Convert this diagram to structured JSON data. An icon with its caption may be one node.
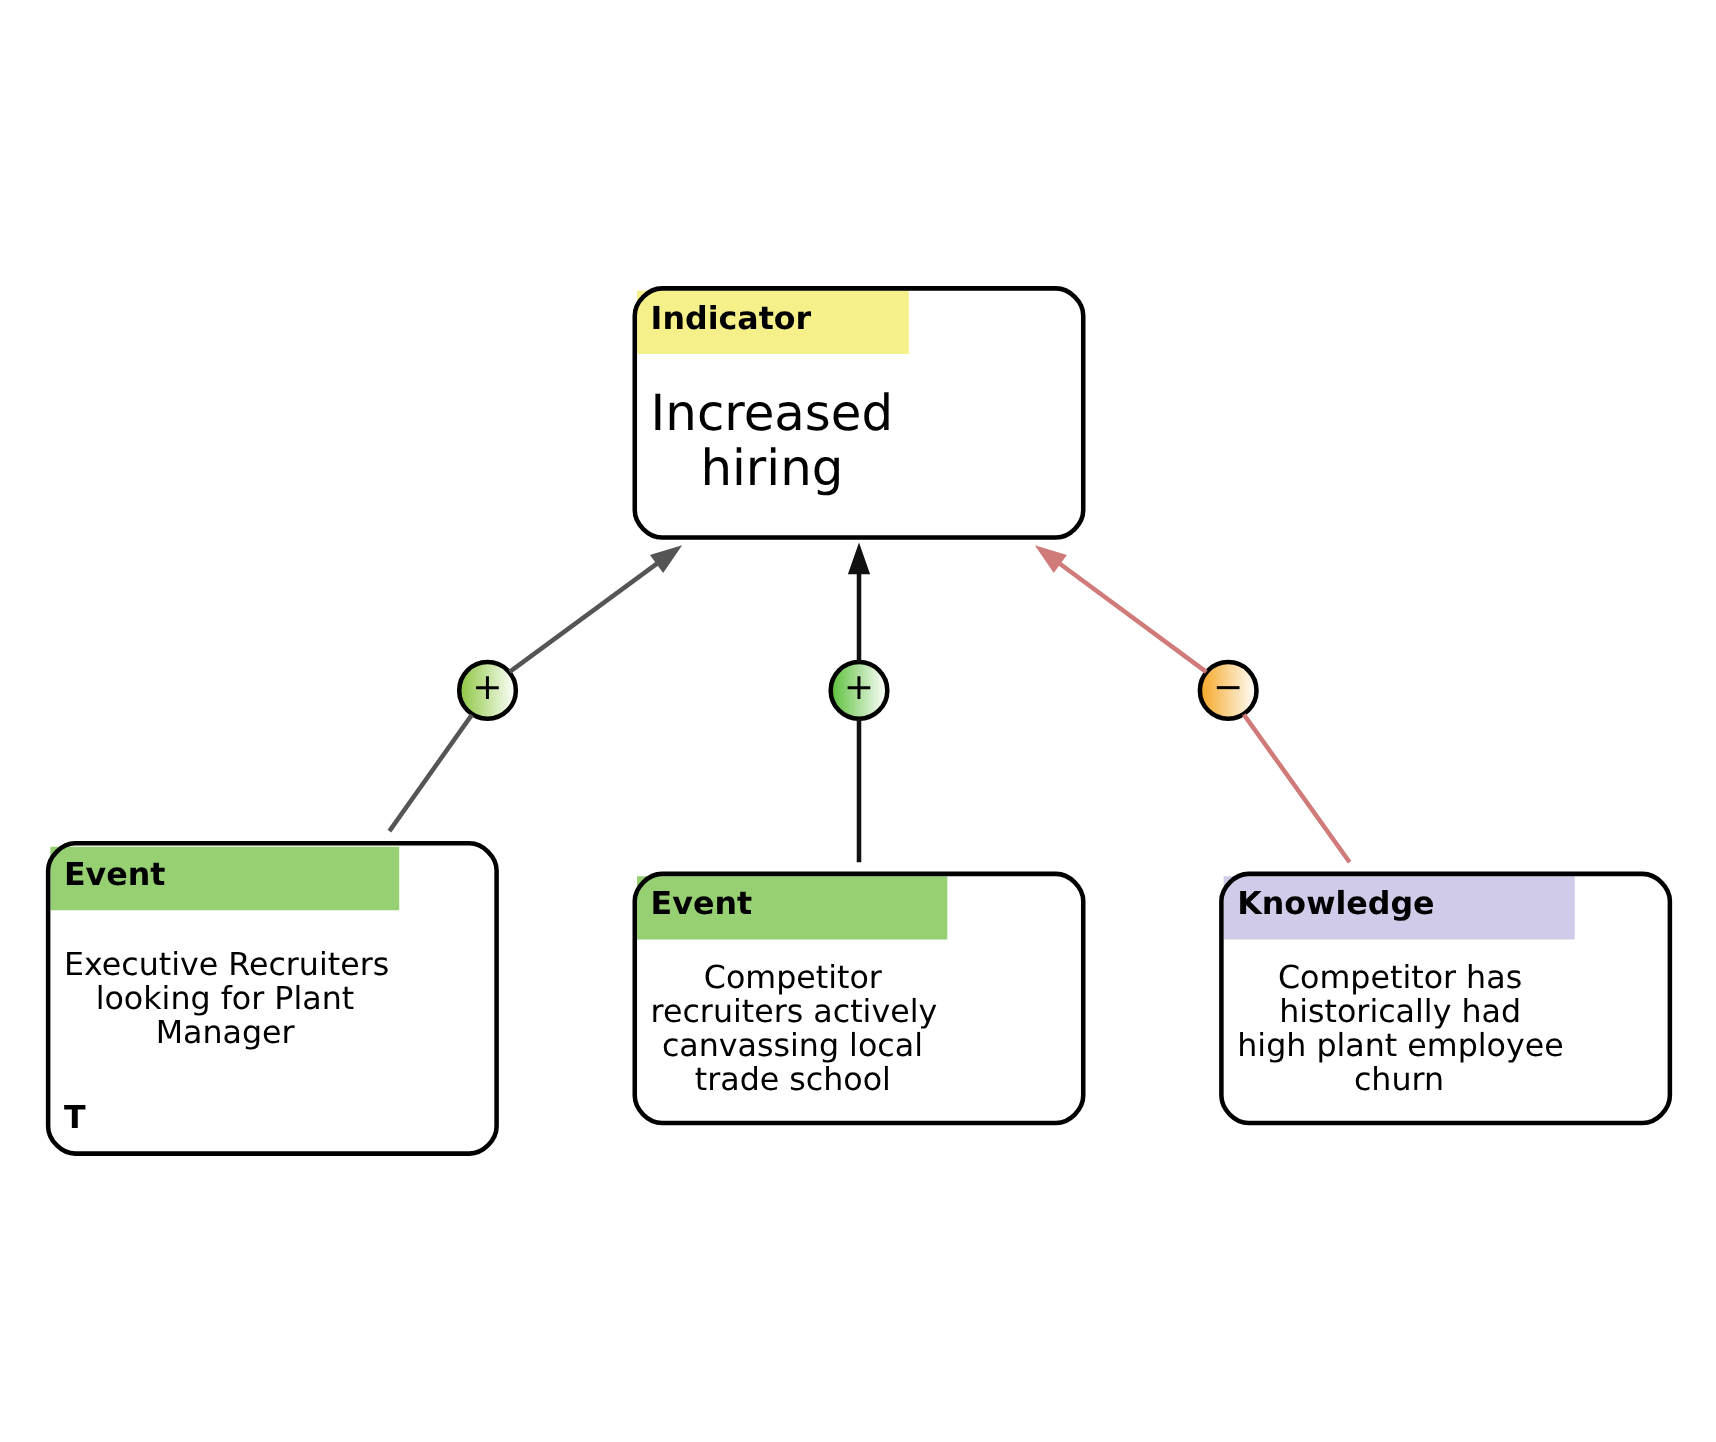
{
  "diagram": {
    "nodes": [
      {
        "text": [
          "Indicator",
          "Increased hiring"
        ]
      },
      {
        "text": [
          "+"
        ]
      },
      {
        "text": [
          "+"
        ]
      },
      {
        "text": [
          "−"
        ]
      },
      {
        "text": [
          "Event",
          "Executive Recruiters looking for Plant Manager",
          "T"
        ]
      },
      {
        "text": [
          "Event",
          "Competitor recruiters actively canvassing local trade school"
        ]
      },
      {
        "text": [
          "Knowledge",
          "Competitor has historically had high plant employee churn"
        ]
      }
    ],
    "edges": [
      {
        "from": 4,
        "to": 1,
        "arrow": "none",
        "color": "#555555"
      },
      {
        "from": 1,
        "to": 0,
        "arrow": "to",
        "color": "#555555"
      },
      {
        "from": 5,
        "to": 2,
        "arrow": "none",
        "color": "#111111"
      },
      {
        "from": 2,
        "to": 0,
        "arrow": "to",
        "color": "#111111"
      },
      {
        "from": 6,
        "to": 3,
        "arrow": "none",
        "color": "#d07a7a"
      },
      {
        "from": 3,
        "to": 0,
        "arrow": "to",
        "color": "#d07a7a"
      }
    ]
  }
}
